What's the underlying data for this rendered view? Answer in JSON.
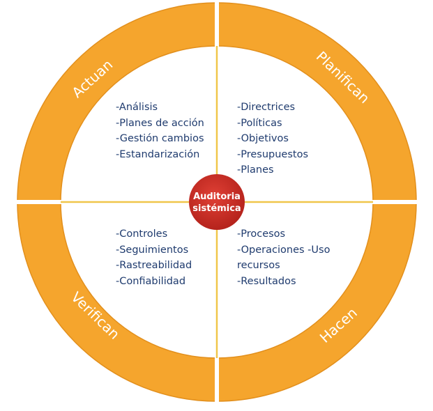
{
  "diagram": {
    "center": {
      "line1": "Auditoria",
      "line2": "sistémica"
    },
    "ring_labels": {
      "top_left": "Actuan",
      "top_right": "Planifican",
      "bottom_left": "Verifican",
      "bottom_right": "Hacen"
    },
    "quadrants": {
      "top_left": [
        "-Análisis",
        "-Planes de acción",
        "-Gestión cambios",
        "-Estandarización"
      ],
      "top_right": [
        "-Directrices",
        "-Políticas",
        "-Objetivos",
        "-Presupuestos",
        "-Planes"
      ],
      "bottom_left": [
        "-Controles",
        "-Seguimientos",
        "-Rastreabilidad",
        "-Confiabilidad"
      ],
      "bottom_right": [
        "-Procesos",
        "-Operaciones -Uso recursos",
        "-Resultados"
      ]
    },
    "colors": {
      "ring": "#f5a52d",
      "ring_edge": "#e28f1c",
      "divider": "#ffffff",
      "cross_line": "#f0c64a",
      "center_fill": "#c52a22",
      "text": "#1f3b6e"
    }
  }
}
